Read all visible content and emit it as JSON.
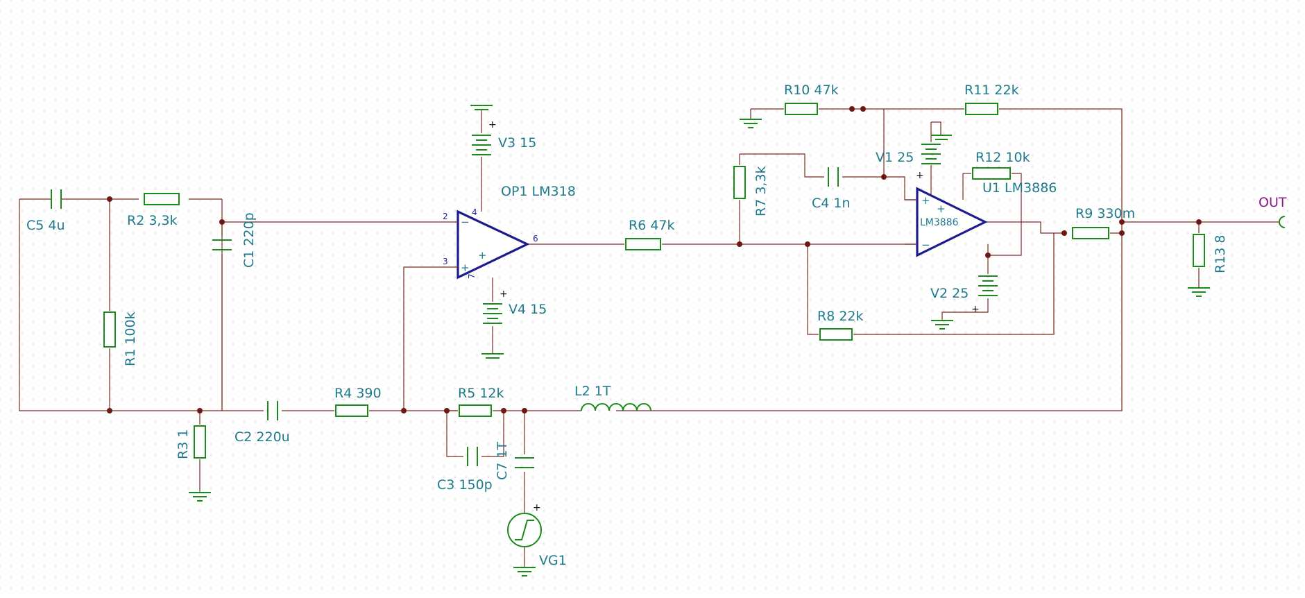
{
  "schematic": {
    "components": {
      "C5": "C5 4u",
      "R2": "R2 3,3k",
      "C1": "C1 220p",
      "R1": "R1 100k",
      "R3": "R3 1",
      "C2": "C2 220u",
      "R4": "R4 390",
      "R5": "R5 12k",
      "C3": "C3 150p",
      "C7": "C7 1T",
      "VG1": "VG1",
      "L2": "L2 1T",
      "V3": "V3 15",
      "V4": "V4 15",
      "OP1": "OP1 LM318",
      "R6": "R6 47k",
      "R7": "R7 3,3k",
      "C4": "C4 1n",
      "R10": "R10 47k",
      "R11": "R11 22k",
      "V1": "V1 25",
      "R12": "R12 10k",
      "U1": "U1 LM3886",
      "U1_body": "LM3886",
      "V2": "V2 25",
      "R8": "R8 22k",
      "R9": "R9 330m",
      "R13": "R13 8"
    },
    "pins": {
      "op1_inverting": "2",
      "op1_noninverting": "3",
      "op1_vplus": "4",
      "op1_vminus": "7",
      "op1_out": "6"
    },
    "signs": {
      "plus": "+",
      "minus": "−"
    },
    "output_label": "OUT",
    "colors": {
      "wire": "#7a2b1e",
      "component": "#1a8a1a",
      "opamp": "#1c1c8c",
      "label": "#1d7a8c",
      "output_label": "#8a1a8a"
    }
  }
}
